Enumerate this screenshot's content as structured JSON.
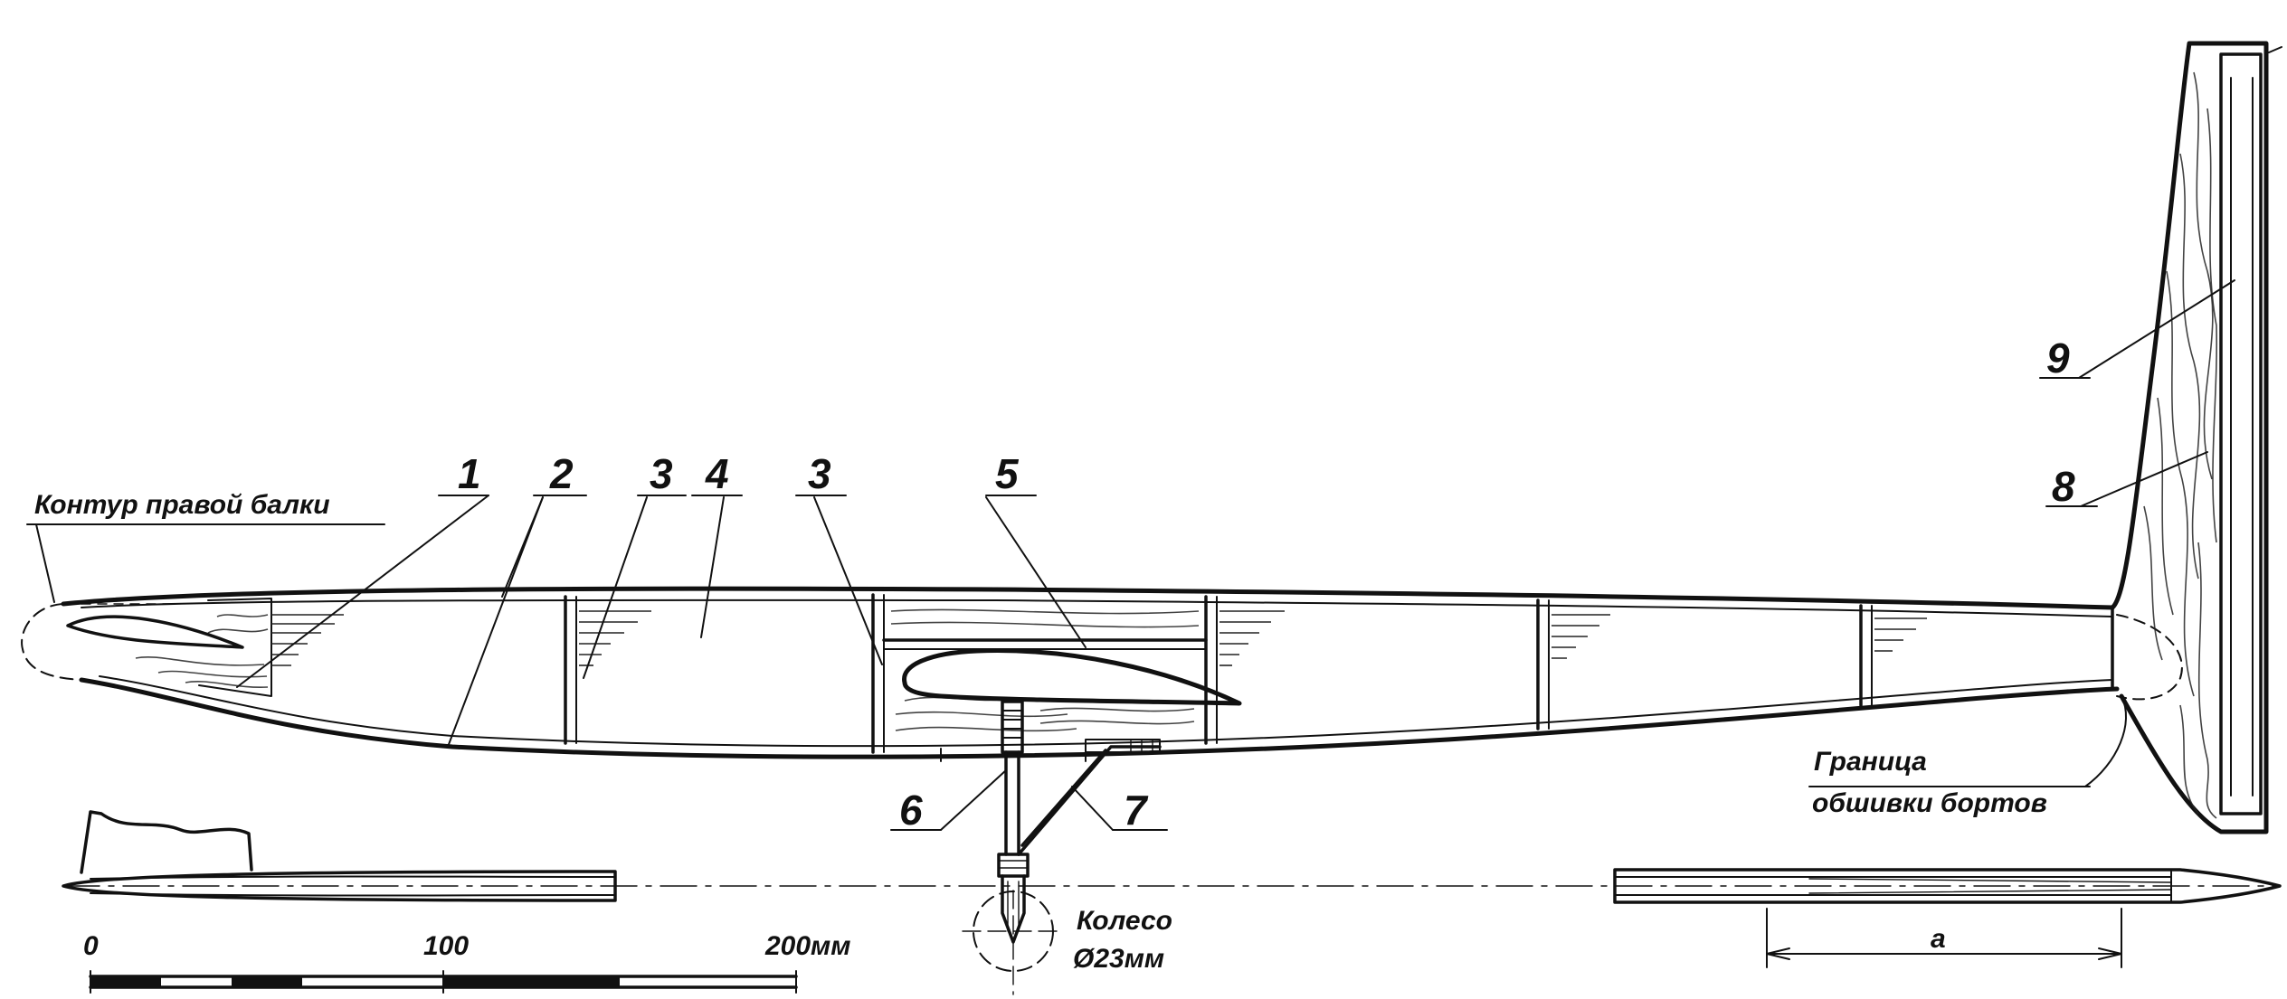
{
  "labels": {
    "n1": "1",
    "n2": "2",
    "n3a": "3",
    "n4": "4",
    "n3b": "3",
    "n5": "5",
    "n6": "6",
    "n7": "7",
    "n8": "8",
    "n9": "9",
    "right_boom_contour": "Контур правой балки",
    "skin_boundary_line1": "Граница",
    "skin_boundary_line2": "обшивки бортов",
    "wheel_line1": "Колесо",
    "wheel_line2": "Ø23мм",
    "dim_a": "a"
  },
  "scale_bar": {
    "tick_0": "0",
    "tick_100": "100",
    "tick_200": "200мм"
  }
}
